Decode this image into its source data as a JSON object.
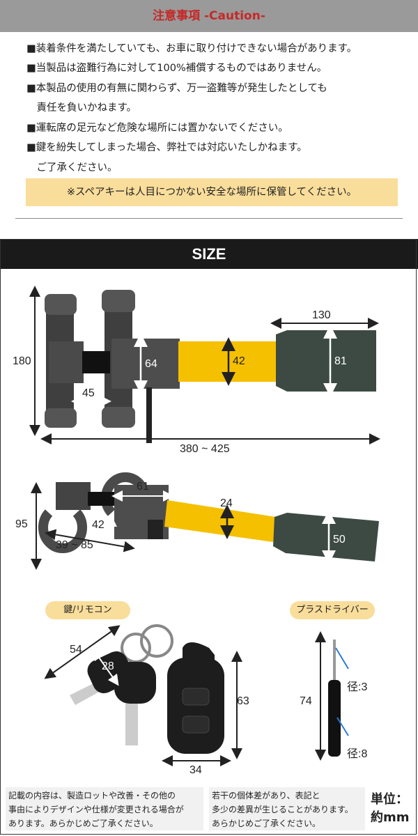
{
  "caution": {
    "title": "注意事項 -Caution-",
    "lines": [
      "■装着条件を満たしていても、お車に取り付けできない場合があります。",
      "■当製品は盗難行為に対して100%補償するものではありません。",
      "■本製品の使用の有無に関わらず、万一盗難等が発生したとしても",
      "　責任を負いかねます。",
      "■運転席の足元など危険な場所には置かないでください。",
      "■鍵を紛失してしまった場合、弊社では対応いたしかねます。",
      "　ご了承ください。"
    ],
    "spare_key_note": "※スペアキーは人目につかない安全な場所に保管してください。"
  },
  "size": {
    "title": "SIZE",
    "top_view": {
      "height": "180",
      "clamp_gap": "45",
      "body_height": "64",
      "bar_height": "42",
      "box_width": "130",
      "box_height": "81",
      "total_length": "380 ~ 425"
    },
    "side_view": {
      "height": "95",
      "clamp_top": "61",
      "bar_height": "24",
      "hook_inner": "42",
      "hook_range": "39 ~ 85",
      "box_height": "50"
    },
    "keys": {
      "label": "鍵/リモコン",
      "key_length": "54",
      "key_head": "28",
      "remote_height": "63",
      "remote_width": "34"
    },
    "driver": {
      "label": "プラスドライバー",
      "length": "74",
      "tip_diameter": "径:3",
      "grip_diameter": "径:8"
    },
    "notes": {
      "left": [
        "記載の内容は、製造ロットや改善・その他の",
        "事由によりデザインや仕様が変更される場合が",
        "あります。あらかじめご了承ください。"
      ],
      "middle": [
        "若干の個体差があり、表記と",
        "多少の差異が生じることがあります。",
        "あらかじめご了承ください。"
      ],
      "unit_label": "単位：",
      "unit_value": "約mm"
    },
    "colors": {
      "yellow": "#f5c000",
      "metal": "#4a4a4a",
      "box": "#3c4a43"
    }
  }
}
